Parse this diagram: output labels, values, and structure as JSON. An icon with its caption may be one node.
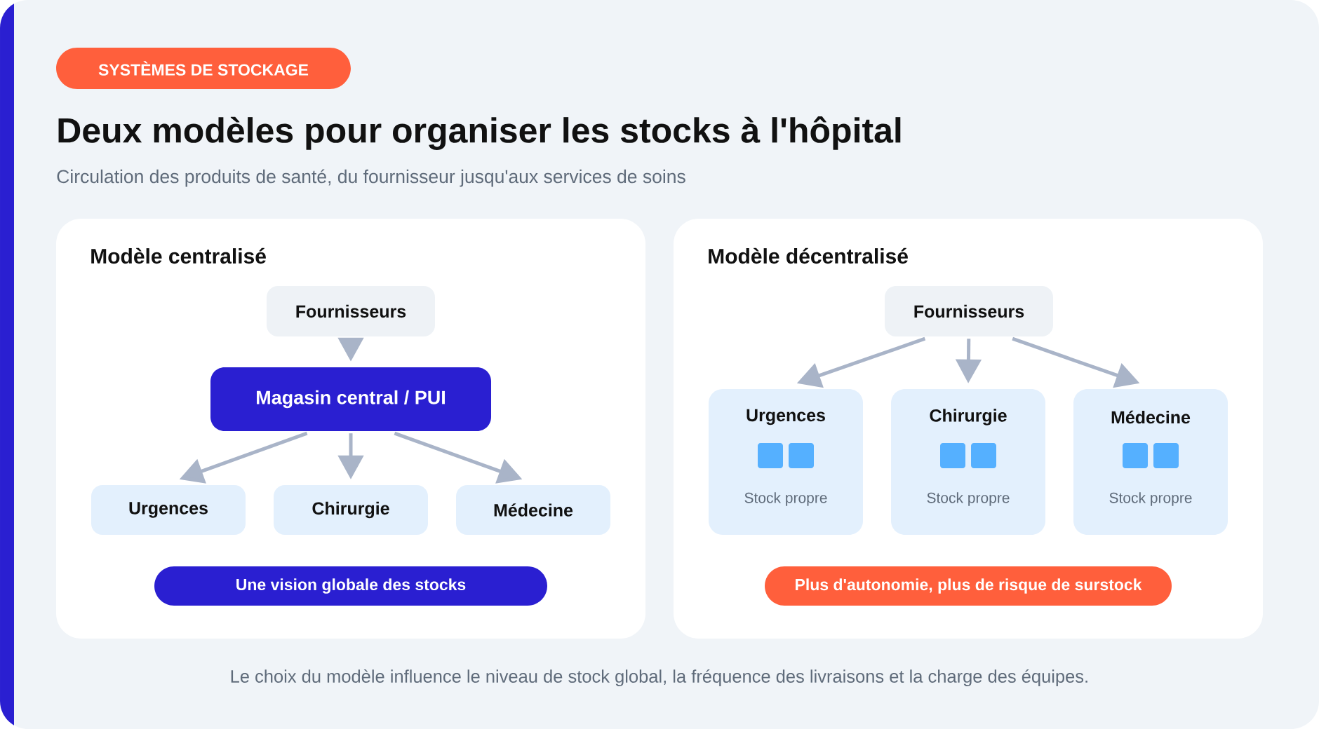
{
  "diagram": {
    "title": "Deux modèles pour organiser les stocks à l'hôpital",
    "caption": "Le choix du modèle influence le niveau de stock global, la fréquence des livraisons et la charge des équipes.",
    "labels": [
      "Circulation des produits de santé, du fournisseur jusqu'aux services de soins"
    ],
    "nodes": [
      {
        "text": [
          "SYSTÈMES DE STOCKAGE"
        ]
      },
      {
        "text": [
          "Modèle centralisé"
        ]
      },
      {
        "text": [
          "Fournisseurs"
        ],
        "in": 1
      },
      {
        "text": [
          "Magasin central / PUI"
        ],
        "in": 1
      },
      {
        "text": [
          "Urgences"
        ],
        "in": 1
      },
      {
        "text": [
          "Chirurgie"
        ],
        "in": 1
      },
      {
        "text": [
          "Médecine"
        ],
        "in": 1
      },
      {
        "text": [
          "Une vision globale des stocks"
        ],
        "in": 1
      },
      {
        "text": [
          "Modèle décentralisé"
        ]
      },
      {
        "text": [
          "Fournisseurs"
        ],
        "in": 8
      },
      {
        "text": [
          "Urgences",
          "Stock propre"
        ],
        "in": 8
      },
      {
        "text": [
          "Chirurgie",
          "Stock propre"
        ],
        "in": 8
      },
      {
        "text": [
          "Médecine",
          "Stock propre"
        ],
        "in": 8
      },
      {
        "text": [
          "Plus d'autonomie, plus de risque de surstock"
        ],
        "in": 8
      }
    ],
    "edges": [
      {
        "from": 2,
        "to": 3,
        "arrow": "to"
      },
      {
        "from": 3,
        "to": 4,
        "arrow": "to"
      },
      {
        "from": 3,
        "to": 5,
        "arrow": "to"
      },
      {
        "from": 3,
        "to": 6,
        "arrow": "to"
      },
      {
        "from": 9,
        "to": 10,
        "arrow": "to"
      },
      {
        "from": 9,
        "to": 11,
        "arrow": "to"
      },
      {
        "from": 9,
        "to": 12,
        "arrow": "to"
      }
    ]
  }
}
